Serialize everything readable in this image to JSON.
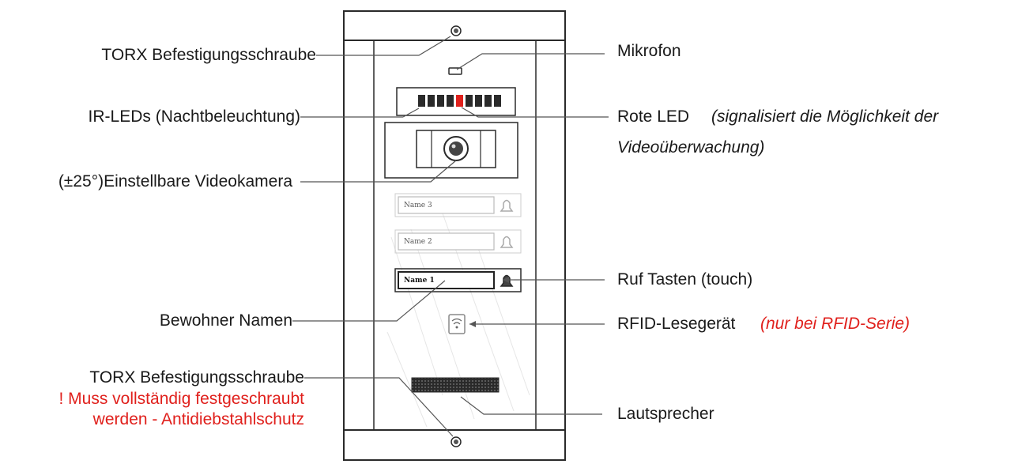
{
  "labels": {
    "torx_top": "TORX Befestigungsschraube",
    "ir_leds": "IR-LEDs (Nachtbeleuchtung)",
    "camera": "(±25°)Einstellbare Videokamera",
    "resident_names": "Bewohner Namen",
    "torx_bottom": "TORX Befestigungsschraube",
    "torx_warning_line1": "! Muss vollständig festgeschraubt",
    "torx_warning_line2": "werden - Antidiebstahlschutz",
    "microphone": "Mikrofon",
    "red_led": "Rote LED",
    "red_led_note_line1": "(signalisiert die Möglichkeit der",
    "red_led_note_line2": "Videoüberwachung)",
    "call_buttons": "Ruf Tasten (touch)",
    "rfid_reader": "RFID-Lesegerät",
    "rfid_note": "(nur bei RFID-Serie)",
    "speaker": "Lautsprecher"
  },
  "name_tags": [
    "Name 3",
    "Name 2",
    "Name 1"
  ],
  "colors": {
    "text": "#1a1a1a",
    "accent_red": "#e0201c",
    "panel_stroke": "#2a2a2a",
    "led_red": "#e0201c"
  },
  "icons": [
    "screw-icon",
    "microphone-icon",
    "camera-lens-icon",
    "bell-icon",
    "rfid-icon",
    "speaker-grille-icon"
  ]
}
